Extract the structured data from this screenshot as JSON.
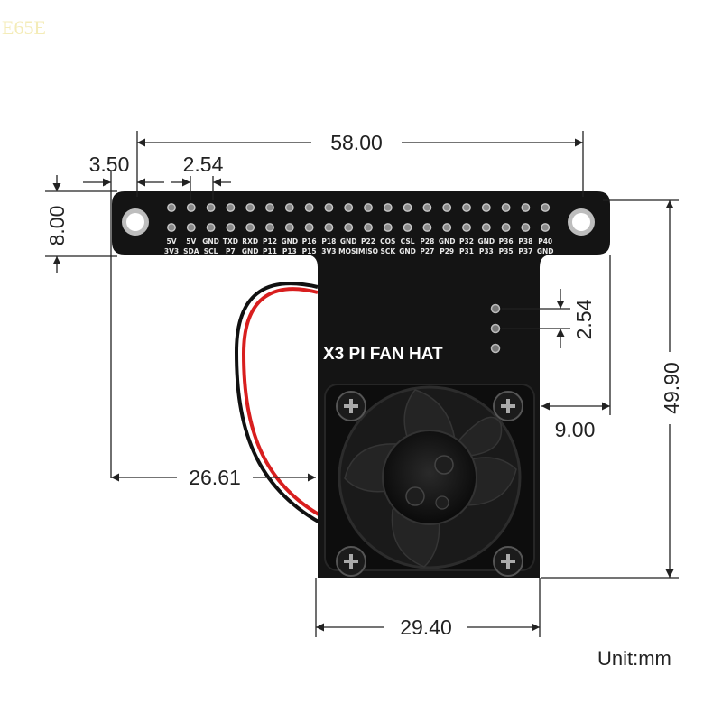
{
  "watermark": "E65E",
  "board_title": "X3 PI FAN HAT",
  "unit_label": "Unit:mm",
  "dimensions": {
    "total_width": "58.00",
    "hole_offset": "3.50",
    "pin_pitch": "2.54",
    "header_height": "8.00",
    "total_height": "49.90",
    "right_offset": "9.00",
    "left_offset": "26.61",
    "fan_width": "29.40",
    "small_pin_pitch": "2.54"
  },
  "pins_top": [
    "5V",
    "5V",
    "GND",
    "TXD",
    "RXD",
    "P12",
    "GND",
    "P16",
    "P18",
    "GND",
    "P22",
    "COS",
    "CSL",
    "P28",
    "GND",
    "P32",
    "GND",
    "P36",
    "P38",
    "P40"
  ],
  "pins_bottom": [
    "3V3",
    "SDA",
    "SCL",
    "P7",
    "GND",
    "P11",
    "P13",
    "P15",
    "3V3",
    "MOSI",
    "MISO",
    "SCK",
    "GND",
    "P27",
    "P29",
    "P31",
    "P33",
    "P35",
    "P37",
    "GND"
  ],
  "colors": {
    "board": "#141414",
    "fan": "#0d0d0d",
    "wire_red": "#d81e1e",
    "wire_black": "#111111",
    "dimension_line": "#222222"
  }
}
